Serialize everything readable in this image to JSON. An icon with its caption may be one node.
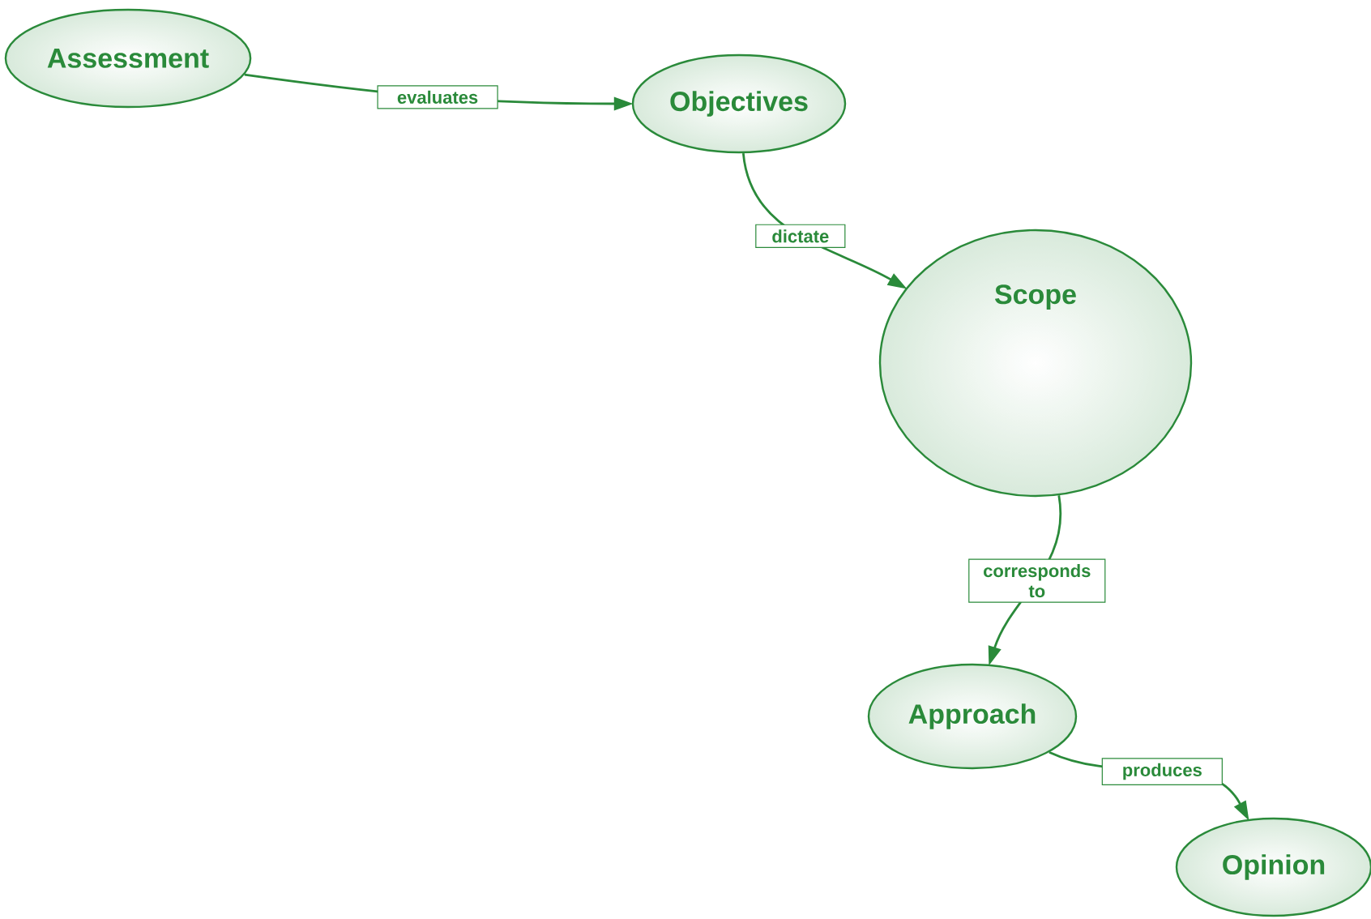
{
  "diagram": {
    "nodes": [
      {
        "text": [
          "Assessment"
        ]
      },
      {
        "text": [
          "Objectives"
        ]
      },
      {
        "text": [
          "Scope"
        ]
      },
      {
        "text": [
          "Approach"
        ]
      },
      {
        "text": [
          "Opinion"
        ]
      }
    ],
    "edges": [
      {
        "from": 0,
        "to": 1,
        "arrow": "to",
        "label": "evaluates"
      },
      {
        "from": 1,
        "to": 2,
        "arrow": "to",
        "label": "dictate"
      },
      {
        "from": 2,
        "to": 3,
        "arrow": "to",
        "label": "corresponds to"
      },
      {
        "from": 3,
        "to": 4,
        "arrow": "to",
        "label": "produces"
      }
    ]
  }
}
